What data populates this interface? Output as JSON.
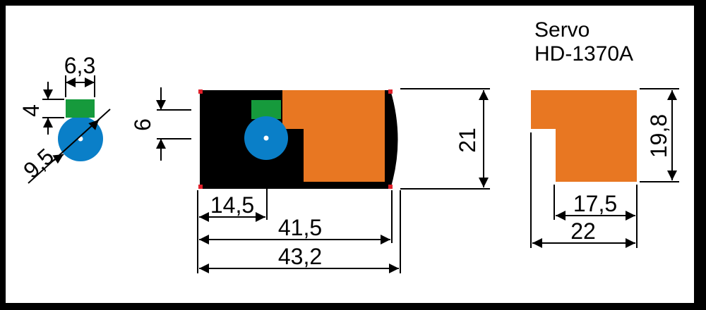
{
  "title": {
    "line1": "Servo",
    "line2": "HD-1370A"
  },
  "colors": {
    "frame": "#000000",
    "background": "#ffffff",
    "body": "#000000",
    "gear_cover": "#e87722",
    "horn_disc": "#0a7fc8",
    "spline_block": "#169a3c",
    "corner_marker": "#e0202a"
  },
  "top_view": {
    "dimensions": {
      "spline_width": "6,3",
      "spline_height": "4",
      "horn_diameter": "9,5"
    }
  },
  "side_view": {
    "dimensions": {
      "shaft_offset_height": "6",
      "shaft_offset_length": "14,5",
      "body_length": "41,5",
      "overall_length": "43,2",
      "body_height": "21"
    }
  },
  "end_view": {
    "dimensions": {
      "height": "19,8",
      "inner_width": "17,5",
      "total_width": "22"
    }
  }
}
